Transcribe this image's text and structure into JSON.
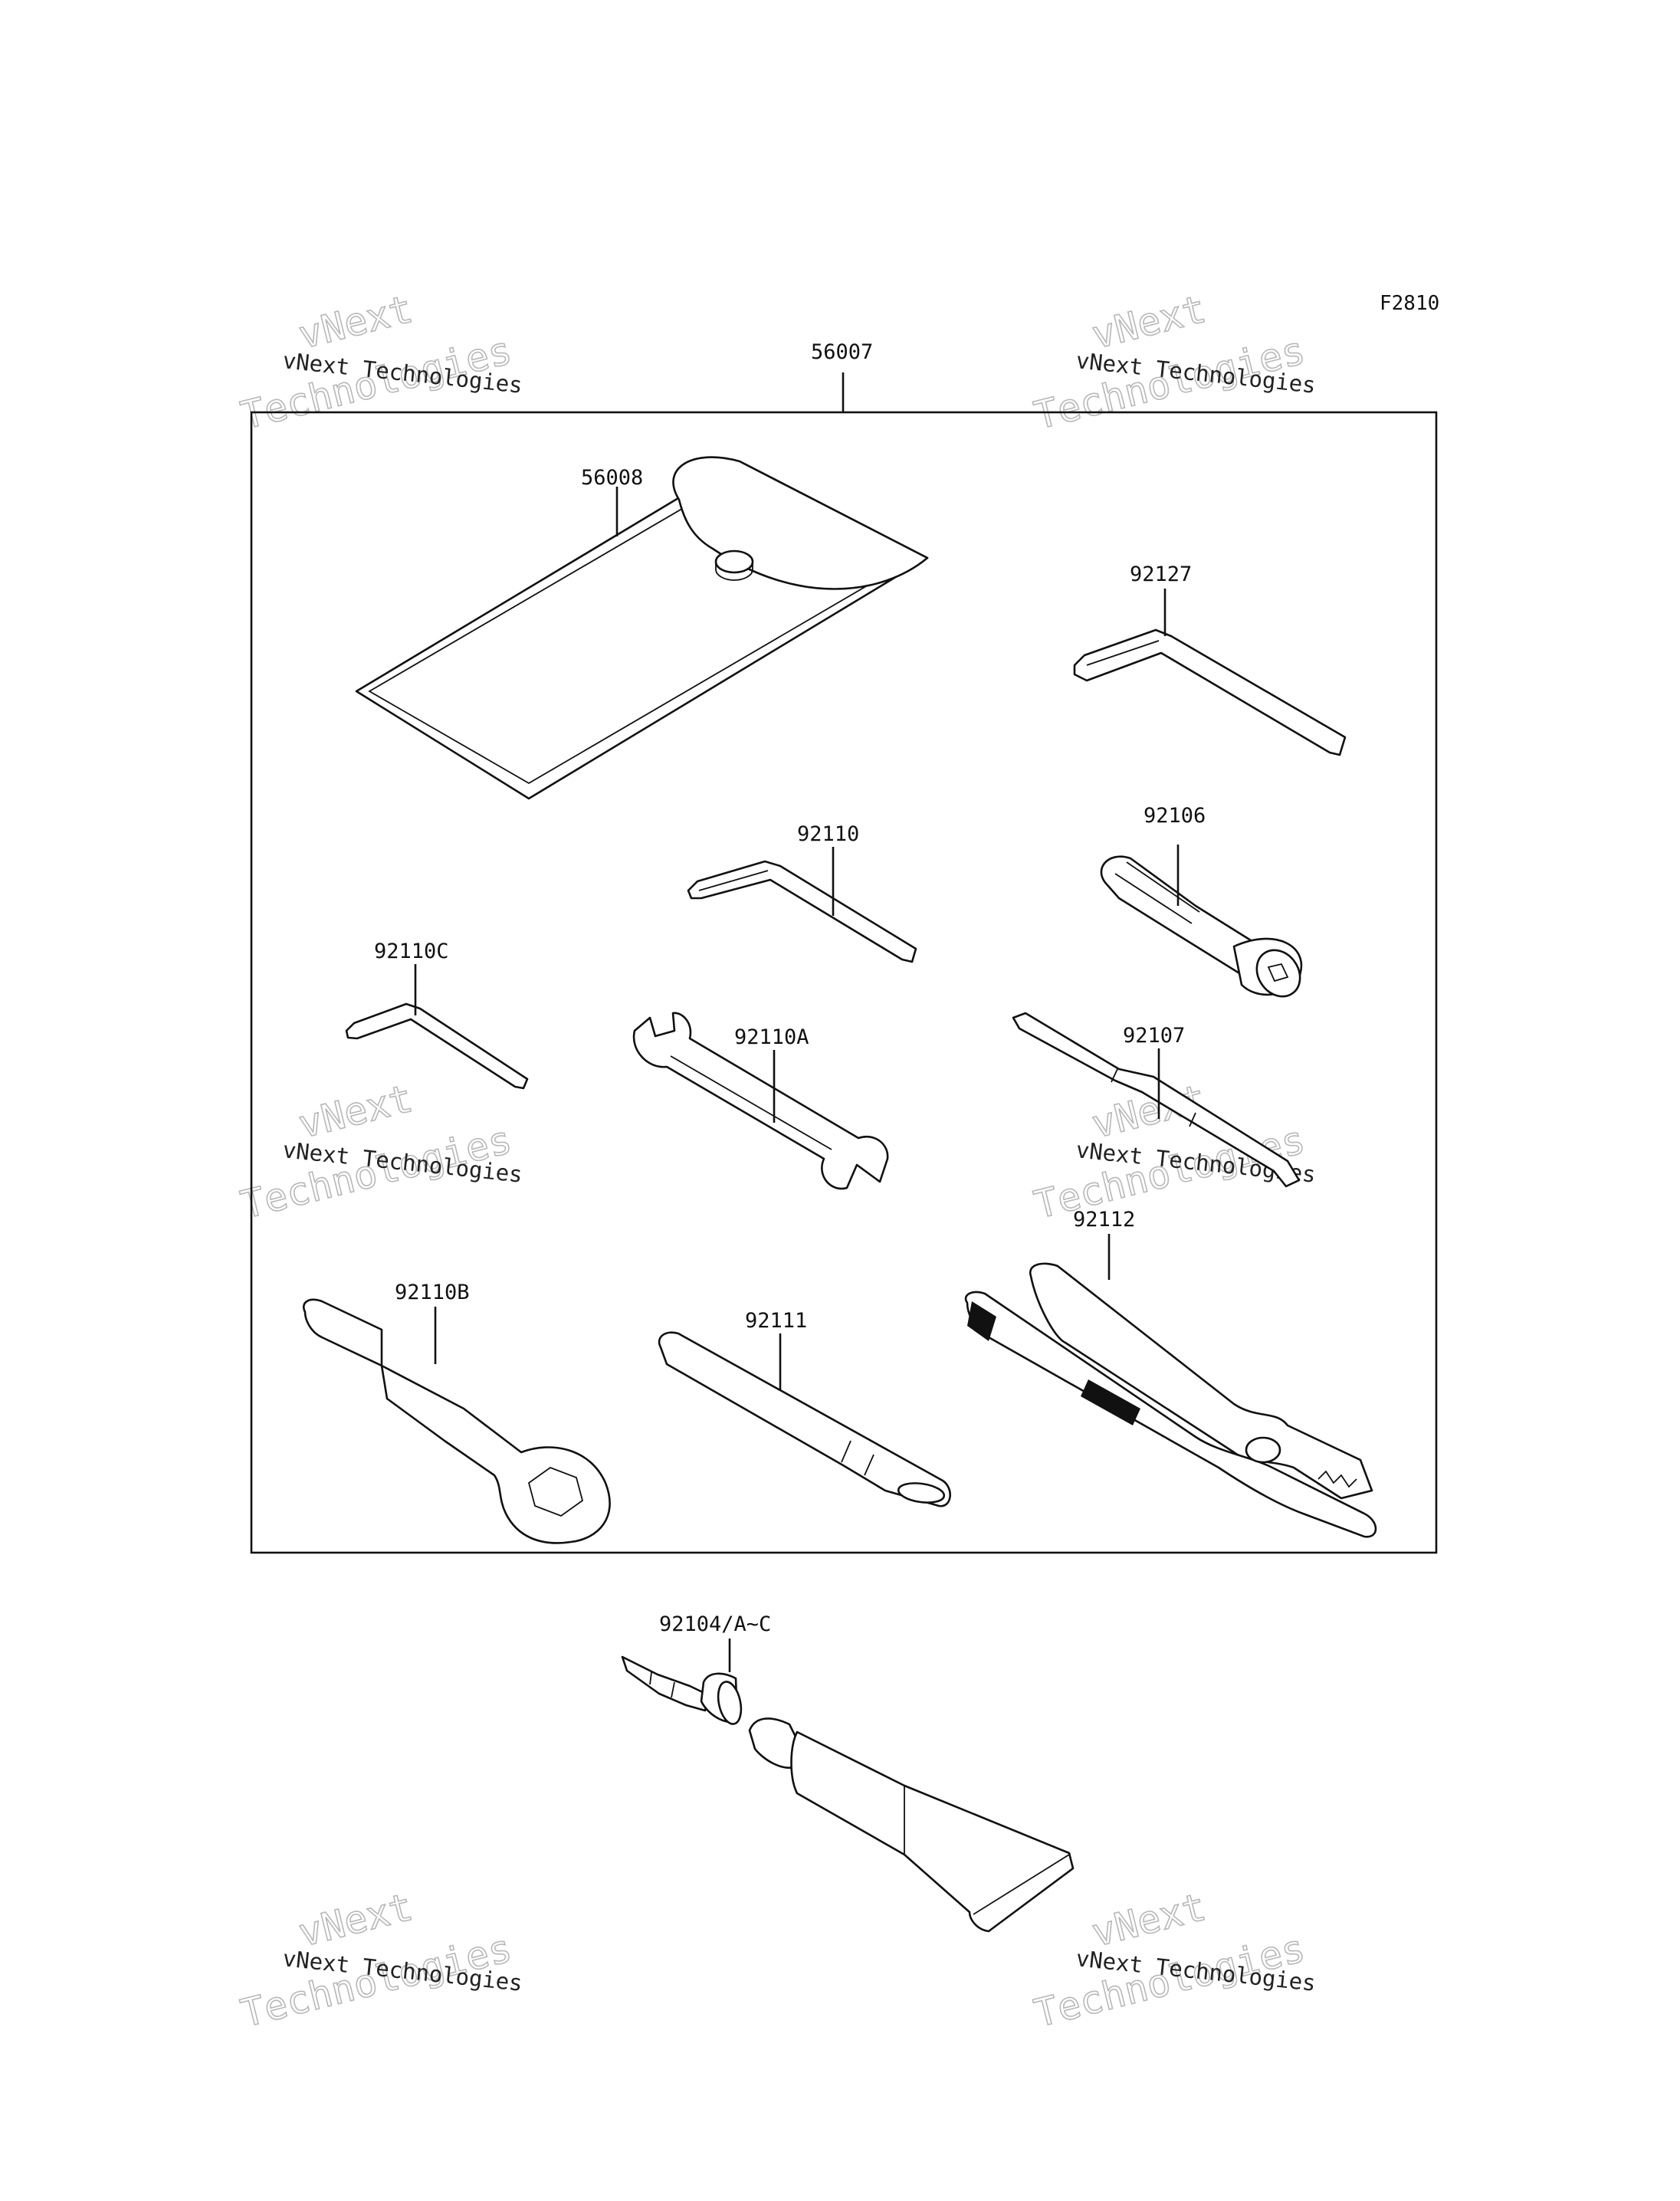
{
  "figure_code": "F2810",
  "watermark": {
    "line1": "vNext",
    "line2": "Technologies",
    "caption": "vNext Technologies"
  },
  "parts": [
    {
      "id": "56007",
      "icon": "tool-kit-outline"
    },
    {
      "id": "56008",
      "icon": "tool-pouch-icon"
    },
    {
      "id": "92127",
      "icon": "hex-key-icon"
    },
    {
      "id": "92110",
      "icon": "hex-key-icon"
    },
    {
      "id": "92106",
      "icon": "screwdriver-handle-icon"
    },
    {
      "id": "92110C",
      "icon": "hex-key-icon"
    },
    {
      "id": "92110A",
      "icon": "open-end-wrench-icon"
    },
    {
      "id": "92107",
      "icon": "screwdriver-bit-icon"
    },
    {
      "id": "92112",
      "icon": "pliers-icon"
    },
    {
      "id": "92110B",
      "icon": "box-wrench-icon"
    },
    {
      "id": "92111",
      "icon": "extension-bar-icon"
    },
    {
      "id": "92104/A~C",
      "icon": "tire-repair-kit-icon"
    }
  ]
}
